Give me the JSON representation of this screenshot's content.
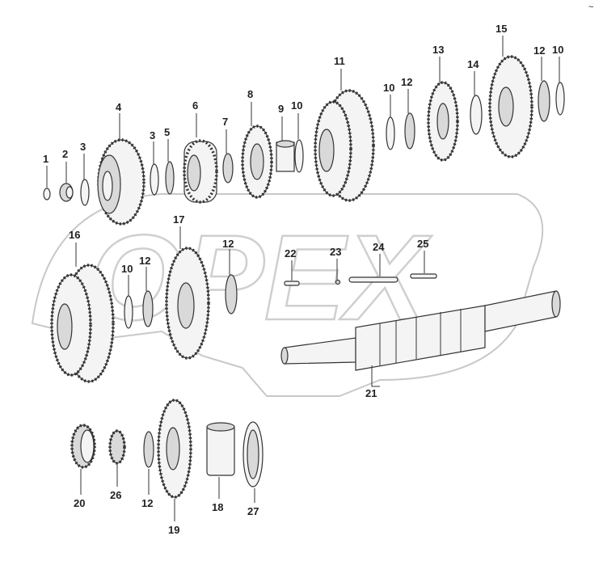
{
  "watermark": {
    "text": "OPEX"
  },
  "corner_mark": "~",
  "parts": [
    {
      "id": "p1",
      "label": "1"
    },
    {
      "id": "p2",
      "label": "2"
    },
    {
      "id": "p3a",
      "label": "3"
    },
    {
      "id": "p3b",
      "label": "3"
    },
    {
      "id": "p4",
      "label": "4"
    },
    {
      "id": "p5",
      "label": "5"
    },
    {
      "id": "p6",
      "label": "6"
    },
    {
      "id": "p7",
      "label": "7"
    },
    {
      "id": "p8",
      "label": "8"
    },
    {
      "id": "p9",
      "label": "9"
    },
    {
      "id": "p10a",
      "label": "10"
    },
    {
      "id": "p10b",
      "label": "10"
    },
    {
      "id": "p10c",
      "label": "10"
    },
    {
      "id": "p10d",
      "label": "10"
    },
    {
      "id": "p11",
      "label": "11"
    },
    {
      "id": "p12a",
      "label": "12"
    },
    {
      "id": "p12b",
      "label": "12"
    },
    {
      "id": "p12c",
      "label": "12"
    },
    {
      "id": "p12d",
      "label": "12"
    },
    {
      "id": "p12e",
      "label": "12"
    },
    {
      "id": "p13",
      "label": "13"
    },
    {
      "id": "p14",
      "label": "14"
    },
    {
      "id": "p15",
      "label": "15"
    },
    {
      "id": "p16",
      "label": "16"
    },
    {
      "id": "p17",
      "label": "17"
    },
    {
      "id": "p18",
      "label": "18"
    },
    {
      "id": "p19",
      "label": "19"
    },
    {
      "id": "p20",
      "label": "20"
    },
    {
      "id": "p21",
      "label": "21"
    },
    {
      "id": "p22",
      "label": "22"
    },
    {
      "id": "p23",
      "label": "23"
    },
    {
      "id": "p24",
      "label": "24"
    },
    {
      "id": "p25",
      "label": "25"
    },
    {
      "id": "p26",
      "label": "26"
    },
    {
      "id": "p27",
      "label": "27"
    }
  ]
}
